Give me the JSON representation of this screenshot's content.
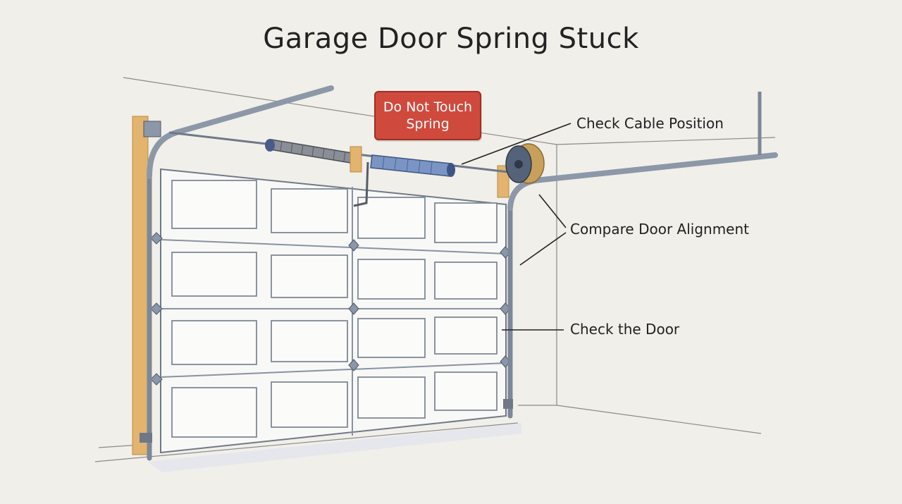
{
  "title": "Garage Door Spring Stuck",
  "warning_label": "Do Not Touch Spring",
  "callouts": {
    "cable": "Check Cable Position",
    "alignment": "Compare Door Alignment",
    "door": "Check the Door"
  },
  "colors": {
    "background": "#f1efe9",
    "warning": "#cf4a3d",
    "wood": "#e2b46e",
    "spring": "#7a95c4",
    "metal": "#b9c4d0"
  }
}
